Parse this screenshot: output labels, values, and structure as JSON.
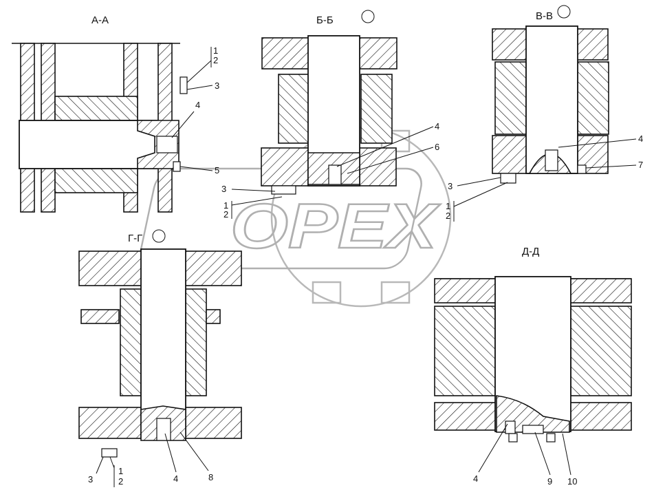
{
  "sections": {
    "aa": {
      "title": "А-А"
    },
    "bb": {
      "title": "Б-Б"
    },
    "vv": {
      "title": "В-В"
    },
    "gg": {
      "title": "Г-Г"
    },
    "dd": {
      "title": "Д-Д"
    }
  },
  "callouts": {
    "aa": [
      "1",
      "2",
      "3",
      "4",
      "5"
    ],
    "bb": [
      "4",
      "6",
      "3",
      "1",
      "2"
    ],
    "vv": [
      "4",
      "7",
      "3",
      "1",
      "2"
    ],
    "gg": [
      "3",
      "1",
      "2",
      "4",
      "8"
    ],
    "dd": [
      "4",
      "9",
      "10"
    ]
  },
  "watermark": {
    "text": "OPEX"
  }
}
